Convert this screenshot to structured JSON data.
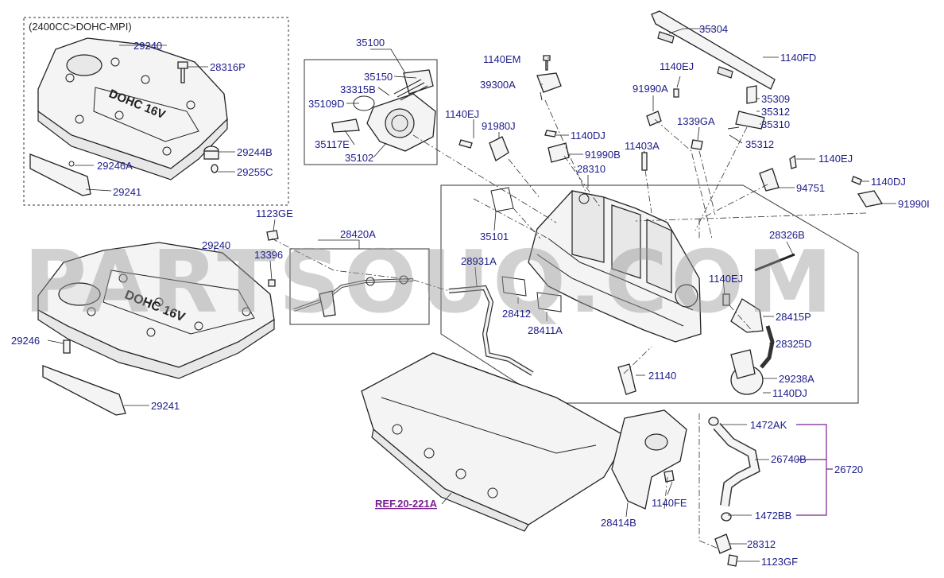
{
  "watermark": "PARTSOUQ.COM",
  "variant_note": "(2400CC>DOHC-MPI)",
  "reference": "REF.20-221A",
  "cover_text": "DOHC 16V",
  "colors": {
    "label": "#1c1c8a",
    "reference": "#7a2090",
    "line": "#222222"
  },
  "labels": {
    "l29240a": "29240",
    "l28316p": "28316P",
    "l29244b": "29244B",
    "l29246a": "29246A",
    "l29255c": "29255C",
    "l29241a": "29241",
    "l35100": "35100",
    "l35150": "35150",
    "l33315b": "33315B",
    "l35109d": "35109D",
    "l35117e": "35117E",
    "l35102": "35102",
    "l1140em": "1140EM",
    "l39300a": "39300A",
    "l35304": "35304",
    "l1140fd": "1140FD",
    "l1140ej_a": "1140EJ",
    "l91990a": "91990A",
    "l35309": "35309",
    "l35312a": "35312",
    "l35310": "35310",
    "l35312b": "35312",
    "l1140ej_b": "1140EJ",
    "l91980j": "91980J",
    "l1140dj_a": "1140DJ",
    "l91990b": "91990B",
    "l11403a": "11403A",
    "l1339ga": "1339GA",
    "l28310": "28310",
    "l1140ej_c": "1140EJ",
    "l94751": "94751",
    "l1140dj_b": "1140DJ",
    "l91990i": "91990I",
    "l1123ge": "1123GE",
    "l28420a": "28420A",
    "l13396": "13396",
    "l29240b": "29240",
    "l35101": "35101",
    "l28931a": "28931A",
    "l28412": "28412",
    "l28411a": "28411A",
    "l28326b": "28326B",
    "l1140ej_d": "1140EJ",
    "l28415p": "28415P",
    "l28325d": "28325D",
    "l21140": "21140",
    "l29238a": "29238A",
    "l1140dj_c": "1140DJ",
    "l29246b": "29246",
    "l29241b": "29241",
    "l1472ak": "1472AK",
    "l26740b": "26740B",
    "l26720": "26720",
    "l1472bb": "1472BB",
    "l28312": "28312",
    "l1123gf": "1123GF",
    "l1140fe": "1140FE",
    "l28414b": "28414B"
  }
}
